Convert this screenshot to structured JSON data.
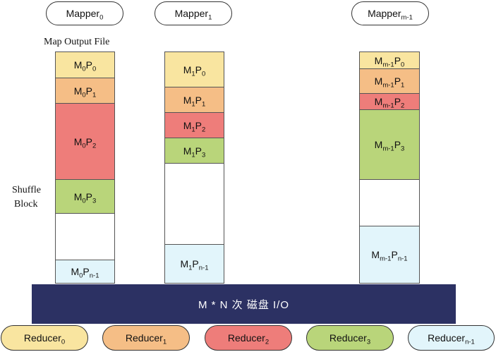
{
  "mappers": [
    {
      "base": "Mapper",
      "sub": "0"
    },
    {
      "base": "Mapper",
      "sub": "1"
    },
    {
      "base": "Mapper",
      "sub": "m-1"
    }
  ],
  "labels": {
    "map_output_file": "Map Output File",
    "shuffle_block_line1": "Shuffle",
    "shuffle_block_line2": "Block"
  },
  "columns": [
    {
      "blocks": [
        {
          "m": "0",
          "p": "0",
          "color": "#f9e5a0"
        },
        {
          "m": "0",
          "p": "1",
          "color": "#f5be86"
        },
        {
          "m": "0",
          "p": "2",
          "color": "#ee7d7a"
        },
        {
          "m": "0",
          "p": "3",
          "color": "#b9d57a"
        },
        {
          "m": "0",
          "p": "n-1",
          "color": "#e2f5fb"
        }
      ]
    },
    {
      "blocks": [
        {
          "m": "1",
          "p": "0",
          "color": "#f9e5a0"
        },
        {
          "m": "1",
          "p": "1",
          "color": "#f5be86"
        },
        {
          "m": "1",
          "p": "2",
          "color": "#ee7d7a"
        },
        {
          "m": "1",
          "p": "3",
          "color": "#b9d57a"
        },
        {
          "m": "1",
          "p": "n-1",
          "color": "#e2f5fb"
        }
      ]
    },
    {
      "blocks": [
        {
          "m": "m-1",
          "p": "0",
          "color": "#f9e5a0"
        },
        {
          "m": "m-1",
          "p": "1",
          "color": "#f5be86"
        },
        {
          "m": "m-1",
          "p": "2",
          "color": "#ee7d7a"
        },
        {
          "m": "m-1",
          "p": "3",
          "color": "#b9d57a"
        },
        {
          "m": "m-1",
          "p": "n-1",
          "color": "#e2f5fb"
        }
      ]
    }
  ],
  "io_bar": {
    "text": "M * N 次 磁盘 I/O",
    "color": "#2c3163"
  },
  "reducers": [
    {
      "base": "Reducer",
      "sub": "0",
      "color": "#f9e5a0"
    },
    {
      "base": "Reducer",
      "sub": "1",
      "color": "#f5be86"
    },
    {
      "base": "Reducer",
      "sub": "2",
      "color": "#ee7d7a"
    },
    {
      "base": "Reducer",
      "sub": "3",
      "color": "#b9d57a"
    },
    {
      "base": "Reducer",
      "sub": "n-1",
      "color": "#e2f5fb"
    }
  ]
}
